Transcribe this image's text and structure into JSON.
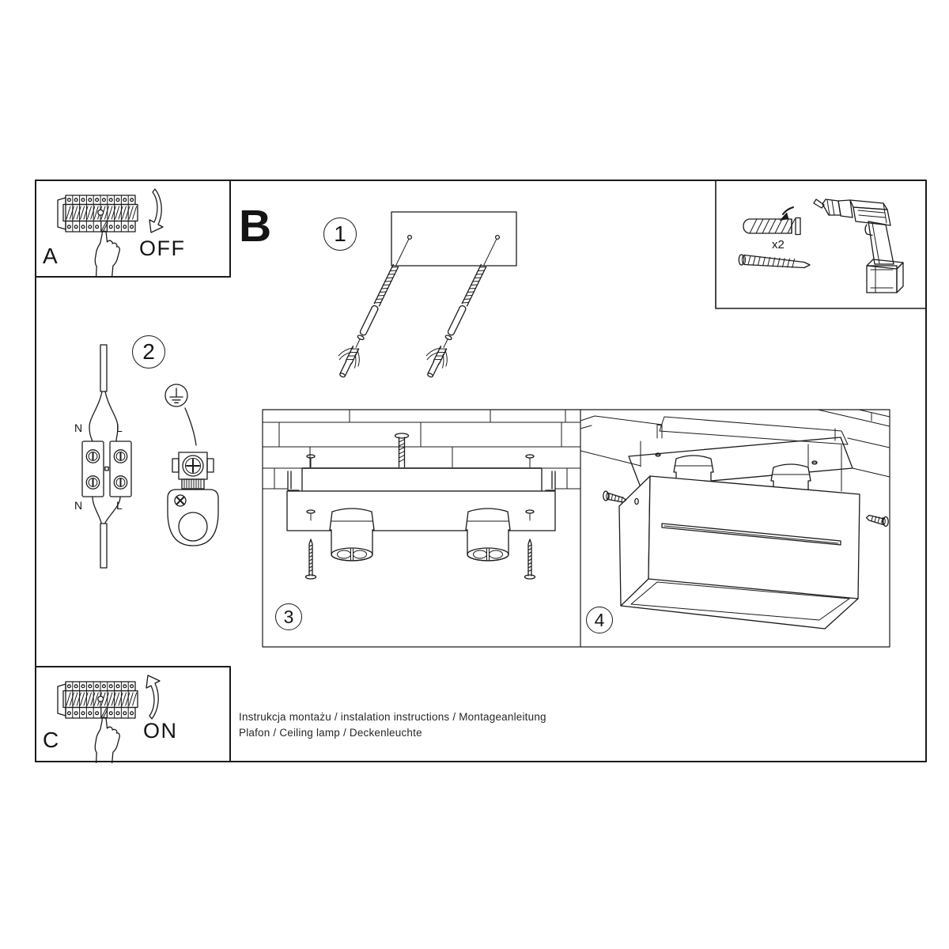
{
  "document": {
    "footer_line1": "Instrukcja montażu / instalation instructions / Montageanleitung",
    "footer_line2": "Plafon / Ceiling lamp / Deckenleuchte"
  },
  "panel_a": {
    "letter": "A",
    "action": "OFF"
  },
  "panel_c": {
    "letter": "C",
    "action": "ON"
  },
  "section_label": "B",
  "step_numbers": {
    "step1": "1",
    "step2": "2",
    "step3": "3",
    "step4": "4"
  },
  "hardware_box": {
    "quantity": "x2"
  },
  "wiring_labels": {
    "top_neutral": "N",
    "top_live": "L",
    "bottom_neutral": "N",
    "bottom_live": "L"
  },
  "colors": {
    "line": "#1b1b1b",
    "background": "#ffffff"
  }
}
